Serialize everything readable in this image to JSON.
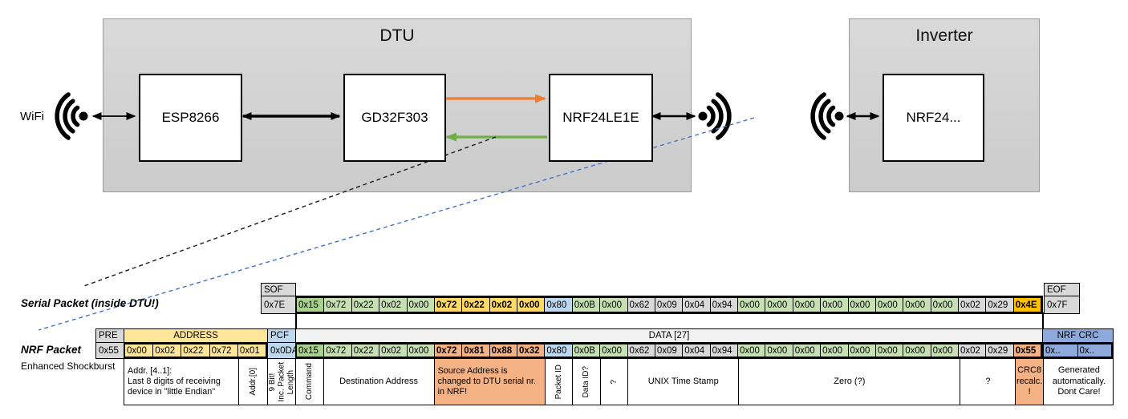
{
  "diagram": {
    "wifi_label": "WiFi",
    "dtu": {
      "title": "DTU",
      "esp8266": "ESP8266",
      "gd32f303": "GD32F303",
      "nrf24le1e": "NRF24LE1E"
    },
    "inverter": {
      "title": "Inverter",
      "nrf24": "NRF24..."
    }
  },
  "serial_packet": {
    "label": "Serial Packet (inside DTU!)",
    "sof_header": "SOF",
    "sof_value": "0x7E",
    "eof_header": "EOF",
    "eof_value": "0x7F",
    "bytes": [
      {
        "v": "0x15",
        "c": "green-dark"
      },
      {
        "v": "0x72",
        "c": "green"
      },
      {
        "v": "0x22",
        "c": "green"
      },
      {
        "v": "0x02",
        "c": "green"
      },
      {
        "v": "0x00",
        "c": "green"
      },
      {
        "v": "0x72",
        "c": "gold",
        "b": true
      },
      {
        "v": "0x22",
        "c": "gold",
        "b": true
      },
      {
        "v": "0x02",
        "c": "gold",
        "b": true
      },
      {
        "v": "0x00",
        "c": "gold",
        "b": true
      },
      {
        "v": "0x80",
        "c": "blue"
      },
      {
        "v": "0x0B",
        "c": "green"
      },
      {
        "v": "0x00",
        "c": "green"
      },
      {
        "v": "0x62",
        "c": "gray"
      },
      {
        "v": "0x09",
        "c": "gray"
      },
      {
        "v": "0x04",
        "c": "gray"
      },
      {
        "v": "0x94",
        "c": "gray"
      },
      {
        "v": "0x00",
        "c": "green"
      },
      {
        "v": "0x00",
        "c": "green"
      },
      {
        "v": "0x00",
        "c": "green"
      },
      {
        "v": "0x00",
        "c": "green"
      },
      {
        "v": "0x00",
        "c": "green"
      },
      {
        "v": "0x00",
        "c": "green"
      },
      {
        "v": "0x00",
        "c": "green"
      },
      {
        "v": "0x00",
        "c": "green"
      },
      {
        "v": "0x02",
        "c": "gray"
      },
      {
        "v": "0x29",
        "c": "gray"
      },
      {
        "v": "0x4E",
        "c": "amber",
        "b": true
      }
    ]
  },
  "nrf_packet": {
    "label": "NRF Packet",
    "sublabel": "Enhanced Shockburst",
    "headers": {
      "pre": "PRE",
      "address": "ADDRESS",
      "pcf": "PCF",
      "data": "DATA [27]",
      "crc": "NRF CRC"
    },
    "pre_value": "0x55",
    "address_bytes": [
      {
        "v": "0x00",
        "c": "yellow"
      },
      {
        "v": "0x02",
        "c": "yellow"
      },
      {
        "v": "0x22",
        "c": "yellow"
      },
      {
        "v": "0x72",
        "c": "yellow"
      },
      {
        "v": "0x01",
        "c": "yellow"
      }
    ],
    "pcf_value": "0x0DA",
    "bytes": [
      {
        "v": "0x15",
        "c": "green-dark"
      },
      {
        "v": "0x72",
        "c": "green"
      },
      {
        "v": "0x22",
        "c": "green"
      },
      {
        "v": "0x02",
        "c": "green"
      },
      {
        "v": "0x00",
        "c": "green"
      },
      {
        "v": "0x72",
        "c": "salmon",
        "b": true
      },
      {
        "v": "0x81",
        "c": "salmon",
        "b": true
      },
      {
        "v": "0x88",
        "c": "salmon",
        "b": true
      },
      {
        "v": "0x32",
        "c": "salmon",
        "b": true
      },
      {
        "v": "0x80",
        "c": "blue"
      },
      {
        "v": "0x0B",
        "c": "green"
      },
      {
        "v": "0x00",
        "c": "green"
      },
      {
        "v": "0x62",
        "c": "gray"
      },
      {
        "v": "0x09",
        "c": "gray"
      },
      {
        "v": "0x04",
        "c": "gray"
      },
      {
        "v": "0x94",
        "c": "gray"
      },
      {
        "v": "0x00",
        "c": "green"
      },
      {
        "v": "0x00",
        "c": "green"
      },
      {
        "v": "0x00",
        "c": "green"
      },
      {
        "v": "0x00",
        "c": "green"
      },
      {
        "v": "0x00",
        "c": "green"
      },
      {
        "v": "0x00",
        "c": "green"
      },
      {
        "v": "0x00",
        "c": "green"
      },
      {
        "v": "0x00",
        "c": "green"
      },
      {
        "v": "0x02",
        "c": "gray"
      },
      {
        "v": "0x29",
        "c": "gray"
      },
      {
        "v": "0x55",
        "c": "salmon",
        "b": true
      }
    ],
    "crc_bytes": [
      {
        "v": "0x..",
        "c": "blue-med"
      },
      {
        "v": "0x..",
        "c": "blue-med"
      }
    ],
    "annotations": [
      {
        "text": "Addr. [4..1]:\nLast 8 digits of receiving device in \"little Endian\"",
        "span": "addr4",
        "style": "left"
      },
      {
        "text": "Addr.[0]",
        "span": "addr1",
        "style": "rot"
      },
      {
        "text": "9 Bit!\nInc. Packet\nLength",
        "span": "pcf",
        "style": "rot"
      },
      {
        "text": "Command",
        "span": "d1",
        "style": "rot"
      },
      {
        "text": "Destination Address",
        "span": "d4",
        "style": "center"
      },
      {
        "text": "Source Address is changed to DTU serial nr. in NRF!",
        "span": "d4",
        "style": "left salmon"
      },
      {
        "text": "Packet ID",
        "span": "d1",
        "style": "rot"
      },
      {
        "text": "Data ID?",
        "span": "d1",
        "style": "rot"
      },
      {
        "text": "?",
        "span": "d1",
        "style": "rot"
      },
      {
        "text": "UNIX Time Stamp",
        "span": "d4",
        "style": "center"
      },
      {
        "text": "Zero (?)",
        "span": "d8",
        "style": "center"
      },
      {
        "text": "?",
        "span": "d2",
        "style": "center"
      },
      {
        "text": "CRC8\nrecalc.\n!",
        "span": "d1",
        "style": "center salmon"
      },
      {
        "text": "Generated\nautomatically.\nDont Care!",
        "span": "crc",
        "style": "center"
      }
    ]
  }
}
